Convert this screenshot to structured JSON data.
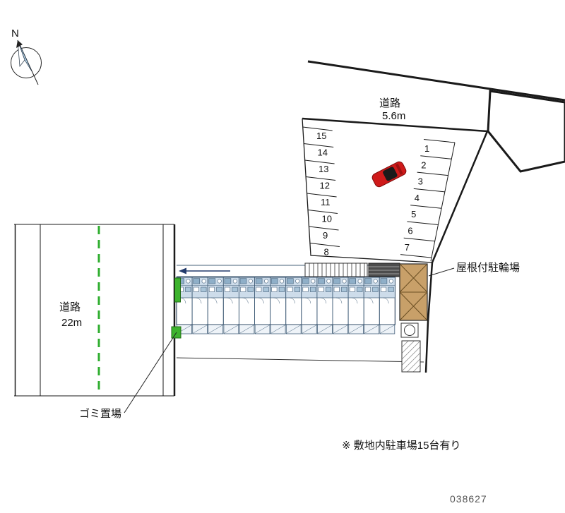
{
  "compass": {
    "north_label": "N"
  },
  "roads": {
    "top": {
      "name": "道路",
      "width": "5.6m"
    },
    "left": {
      "name": "道路",
      "width": "22m"
    }
  },
  "parking": {
    "left_column": [
      "15",
      "14",
      "13",
      "12",
      "11",
      "10",
      "9",
      "8"
    ],
    "right_column": [
      "1",
      "2",
      "3",
      "4",
      "5",
      "6",
      "7"
    ]
  },
  "labels": {
    "bicycle_parking": "屋根付駐輪場",
    "garbage": "ゴミ置場",
    "site_note": "※ 敷地内駐車場15台有り",
    "plan_number": "038627"
  },
  "colors": {
    "garbage_green": "#3db32d",
    "bicycle_tan": "#c8a069",
    "car_red": "#cf1a1a",
    "car_window": "#1a1a1a",
    "centerline_green": "#2fae2f",
    "unit_blue": "#cddcea",
    "unit_fixture_blue": "#8fafc8",
    "compass_blue": "#b9d6ea"
  }
}
